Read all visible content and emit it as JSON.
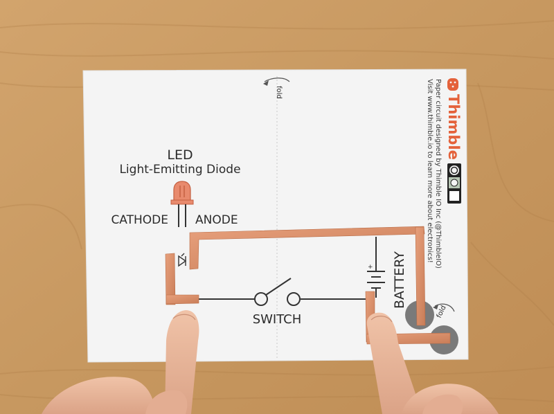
{
  "led": {
    "title": "LED",
    "subtitle": "Light-Emitting Diode",
    "cathode_label": "CATHODE",
    "anode_label": "ANODE"
  },
  "switch_label": "SWITCH",
  "battery": {
    "label": "BATTERY",
    "plus": "+",
    "minus": "−"
  },
  "fold_labels": [
    "fold",
    "fold"
  ],
  "brand": {
    "name": "Thimble",
    "line1": "Paper circuit designed by Thimble IO Inc (@ThimbleIO)",
    "line2": "Visit www.thimble.io to learn more about electronics!",
    "license_icon": "creative-commons-by-icon"
  },
  "colors": {
    "wood": "#c99a62",
    "paper": "#f4f4f4",
    "copper": "#d9906a",
    "brand_accent": "#e4623b",
    "skin": "#eab89d",
    "pad": "#7a7a7a"
  }
}
